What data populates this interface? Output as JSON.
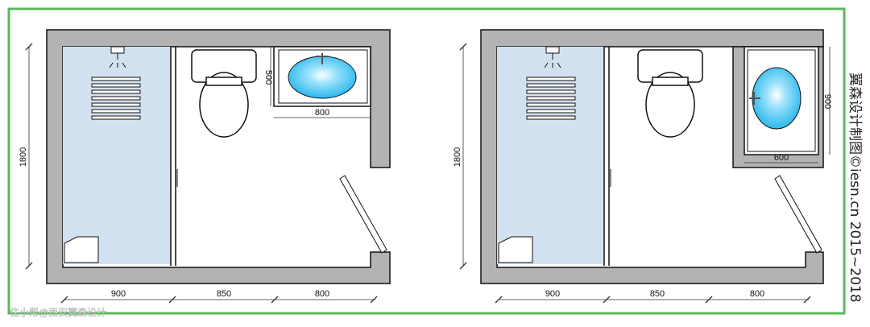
{
  "plans": [
    {
      "name": "plan-a",
      "dims": {
        "shower_width": "900",
        "toilet_width": "850",
        "sink_zone_width": "800",
        "depth": "1800",
        "sink_depth": "500",
        "sink_width": "800"
      }
    },
    {
      "name": "plan-b",
      "dims": {
        "shower_width": "900",
        "toilet_width": "850",
        "sink_zone_width": "800",
        "depth": "1800",
        "sink_depth": "900",
        "sink_width": "600"
      }
    }
  ],
  "watermark": "住小帮@西安翼森设计",
  "side_credit": "翼森设计制图©iesn.cn 2015~2018",
  "colors": {
    "frame": "#5cb85c",
    "wall": "#b3b3b3",
    "shower": "#d2e1f0",
    "basin": "#3fc4f0"
  }
}
